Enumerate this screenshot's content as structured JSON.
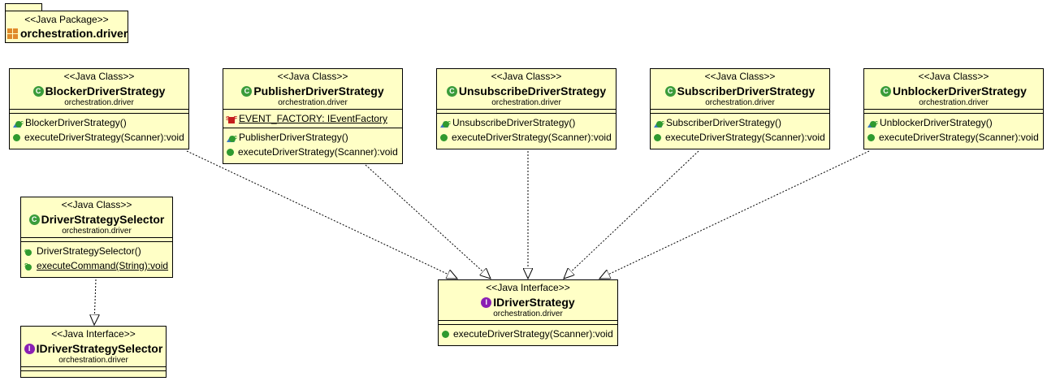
{
  "package": {
    "stereotype": "<<Java Package>>",
    "name": "orchestration.driver"
  },
  "classes": {
    "blocker": {
      "stereotype": "<<Java Class>>",
      "name": "BlockerDriverStrategy",
      "package": "orchestration.driver",
      "methods": [
        "BlockerDriverStrategy()",
        "executeDriverStrategy(Scanner):void"
      ]
    },
    "publisher": {
      "stereotype": "<<Java Class>>",
      "name": "PublisherDriverStrategy",
      "package": "orchestration.driver",
      "fields": [
        "EVENT_FACTORY: IEventFactory"
      ],
      "methods": [
        "PublisherDriverStrategy()",
        "executeDriverStrategy(Scanner):void"
      ]
    },
    "unsubscribe": {
      "stereotype": "<<Java Class>>",
      "name": "UnsubscribeDriverStrategy",
      "package": "orchestration.driver",
      "methods": [
        "UnsubscribeDriverStrategy()",
        "executeDriverStrategy(Scanner):void"
      ]
    },
    "subscriber": {
      "stereotype": "<<Java Class>>",
      "name": "SubscriberDriverStrategy",
      "package": "orchestration.driver",
      "methods": [
        "SubscriberDriverStrategy()",
        "executeDriverStrategy(Scanner):void"
      ]
    },
    "unblocker": {
      "stereotype": "<<Java Class>>",
      "name": "UnblockerDriverStrategy",
      "package": "orchestration.driver",
      "methods": [
        "UnblockerDriverStrategy()",
        "executeDriverStrategy(Scanner):void"
      ]
    },
    "selector": {
      "stereotype": "<<Java Class>>",
      "name": "DriverStrategySelector",
      "package": "orchestration.driver",
      "methods": [
        "DriverStrategySelector()",
        "executeCommand(String):void"
      ]
    },
    "idriver": {
      "stereotype": "<<Java Interface>>",
      "name": "IDriverStrategy",
      "package": "orchestration.driver",
      "methods": [
        "executeDriverStrategy(Scanner):void"
      ]
    },
    "iselector": {
      "stereotype": "<<Java Interface>>",
      "name": "IDriverStrategySelector",
      "package": "orchestration.driver",
      "methods": []
    }
  },
  "icons": {
    "class": "class-icon",
    "interface": "interface-icon",
    "public-method": "public-method-icon",
    "constructor": "constructor-icon",
    "static-field": "static-final-field-icon",
    "package": "package-icon"
  },
  "colors": {
    "box_fill": "#ffffc6",
    "class_icon": "#3a9c3a",
    "interface_icon": "#8a1fb3",
    "field_icon": "#c41e1e"
  }
}
